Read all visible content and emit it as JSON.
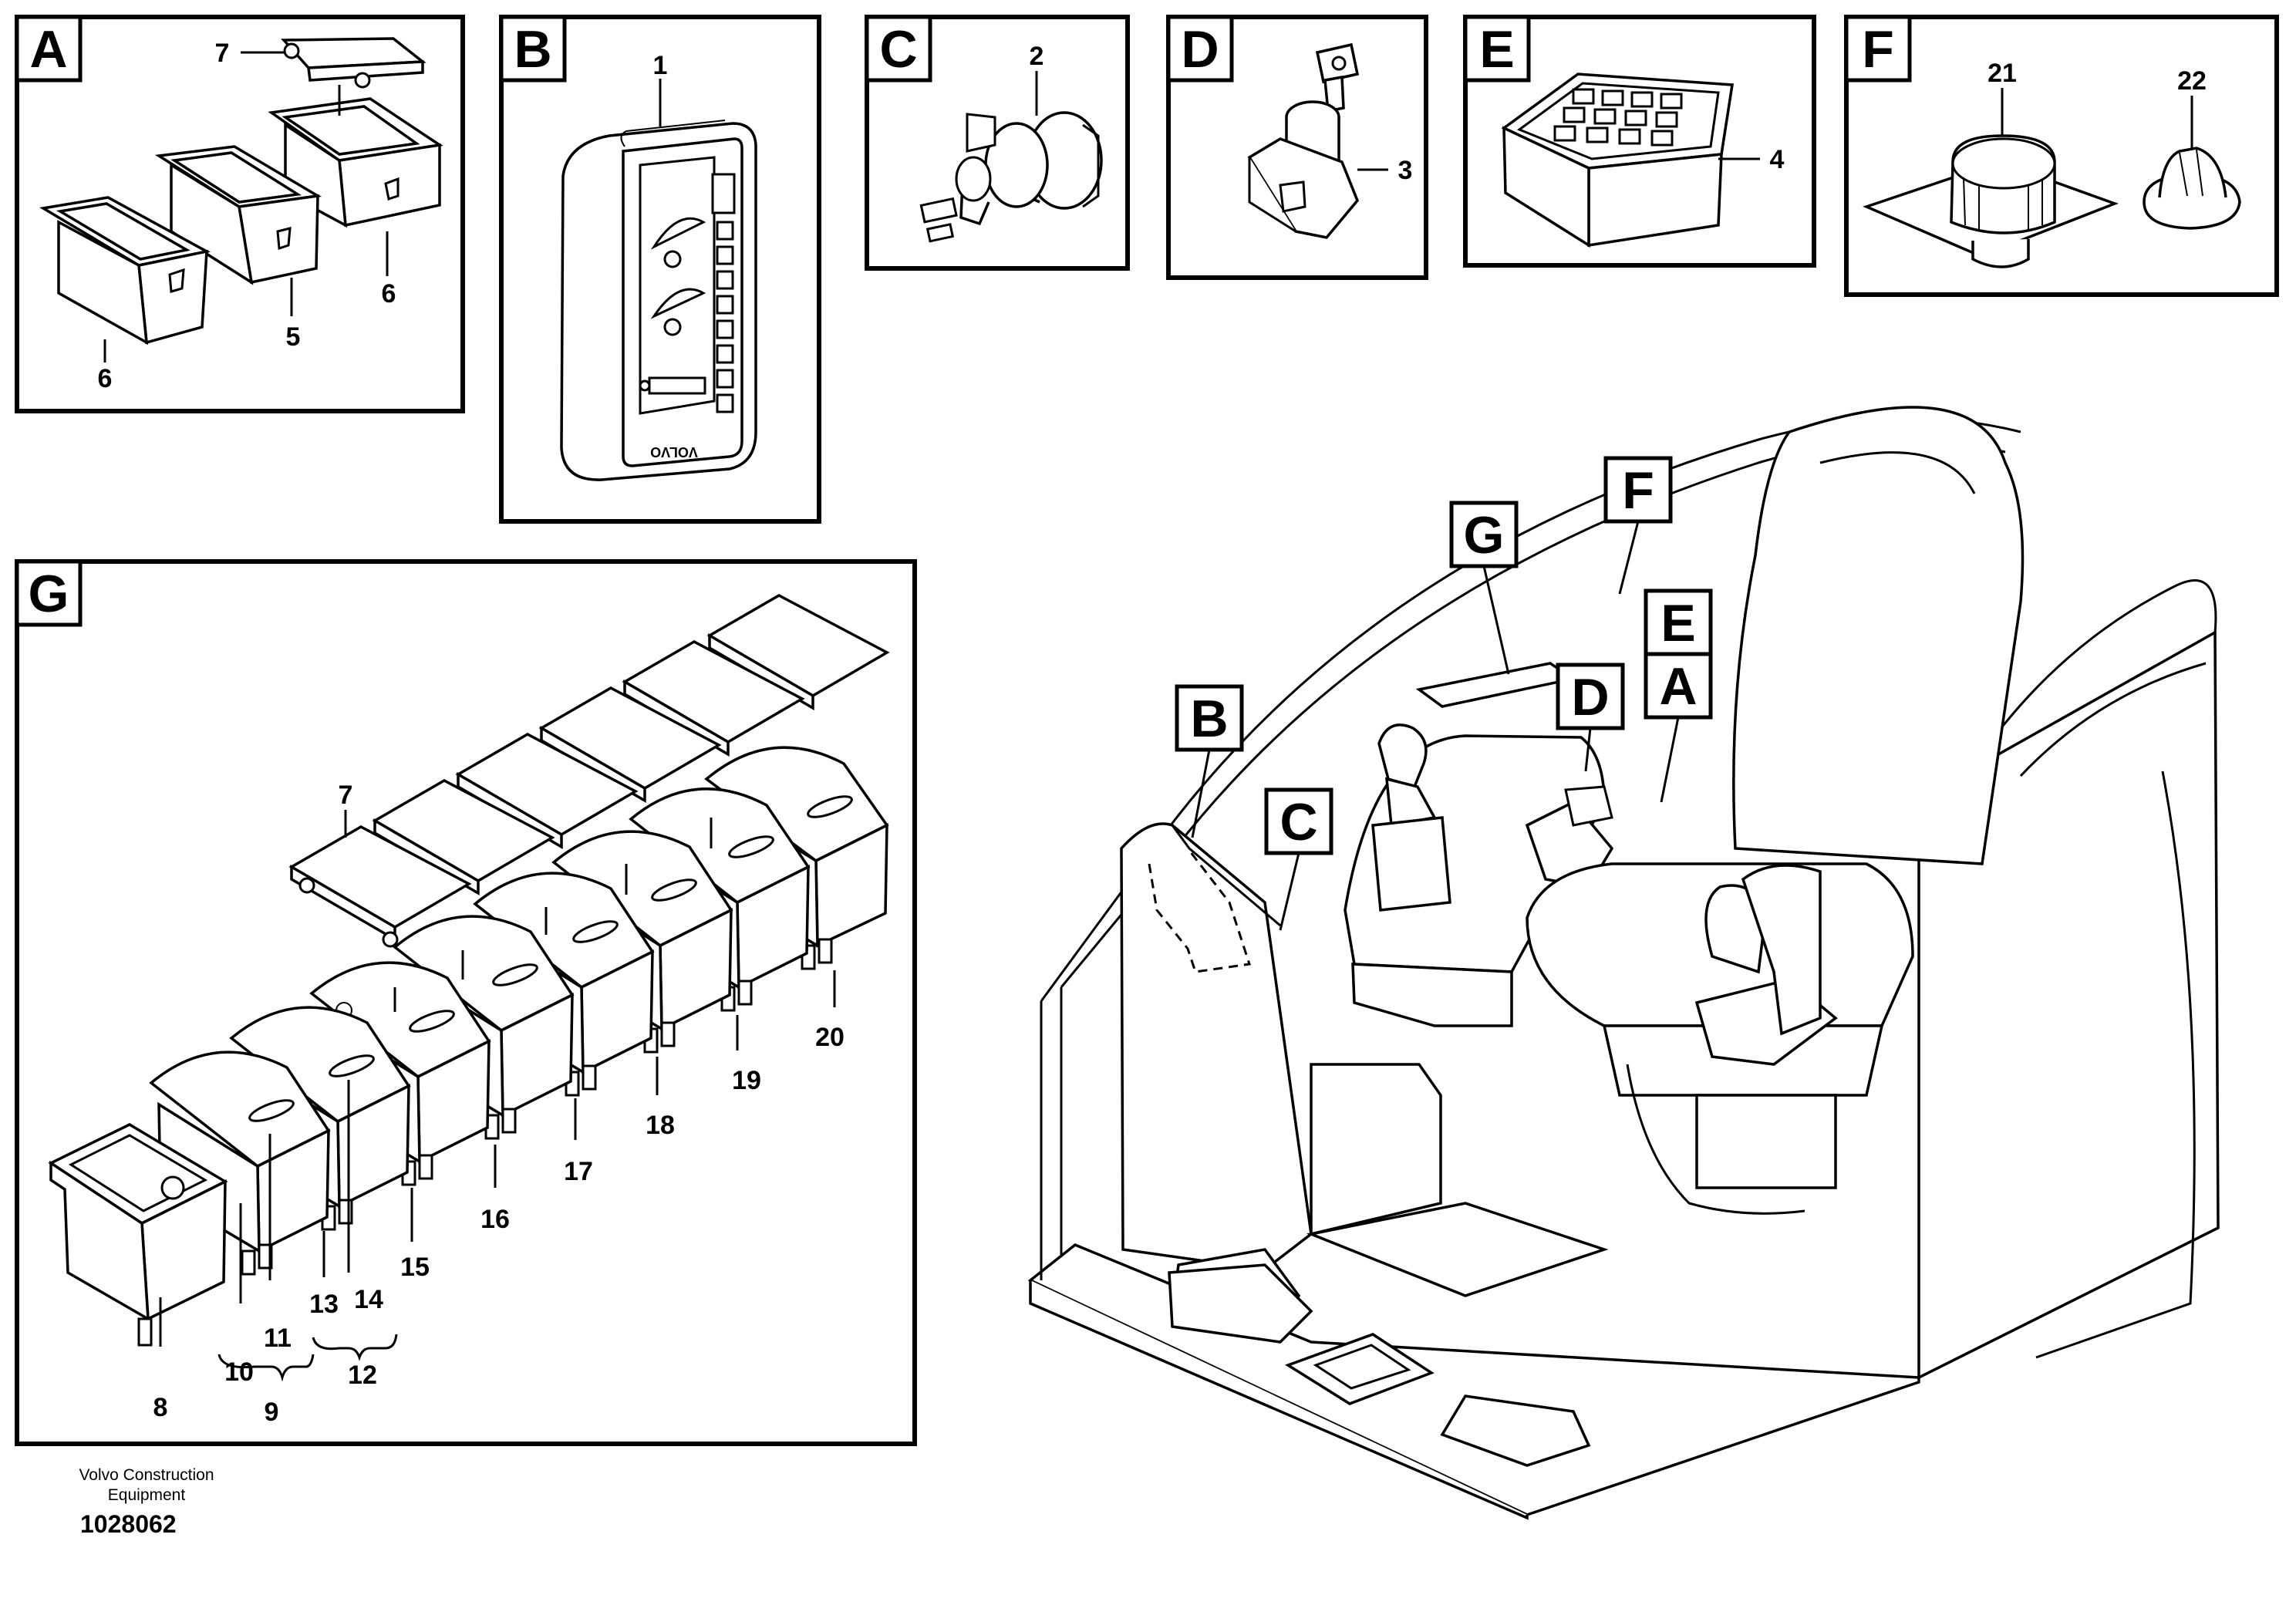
{
  "panels": {
    "a": {
      "letter": "A",
      "callouts": {
        "c7": "7",
        "c6a": "6",
        "c5": "5",
        "c6b": "6"
      }
    },
    "b": {
      "letter": "B",
      "callouts": {
        "c1": "1"
      },
      "logo": "VOLVO"
    },
    "c": {
      "letter": "C",
      "callouts": {
        "c2": "2"
      }
    },
    "d": {
      "letter": "D",
      "callouts": {
        "c3": "3"
      }
    },
    "e": {
      "letter": "E",
      "callouts": {
        "c4": "4"
      }
    },
    "f": {
      "letter": "F",
      "callouts": {
        "c21": "21",
        "c22": "22"
      }
    },
    "g": {
      "letter": "G",
      "callouts": {
        "c7": "7",
        "c8": "8",
        "c9": "9",
        "c10": "10",
        "c11": "11",
        "c12": "12",
        "c13": "13",
        "c14": "14",
        "c15": "15",
        "c16": "16",
        "c17": "17",
        "c18": "18",
        "c19": "19",
        "c20": "20"
      }
    }
  },
  "cab": {
    "tags": {
      "a": "A",
      "b": "B",
      "c": "C",
      "d": "D",
      "e": "E",
      "f": "F",
      "g": "G"
    }
  },
  "footer": {
    "company_line1": "Volvo Construction",
    "company_line2": "Equipment",
    "doc_number": "1028062"
  }
}
